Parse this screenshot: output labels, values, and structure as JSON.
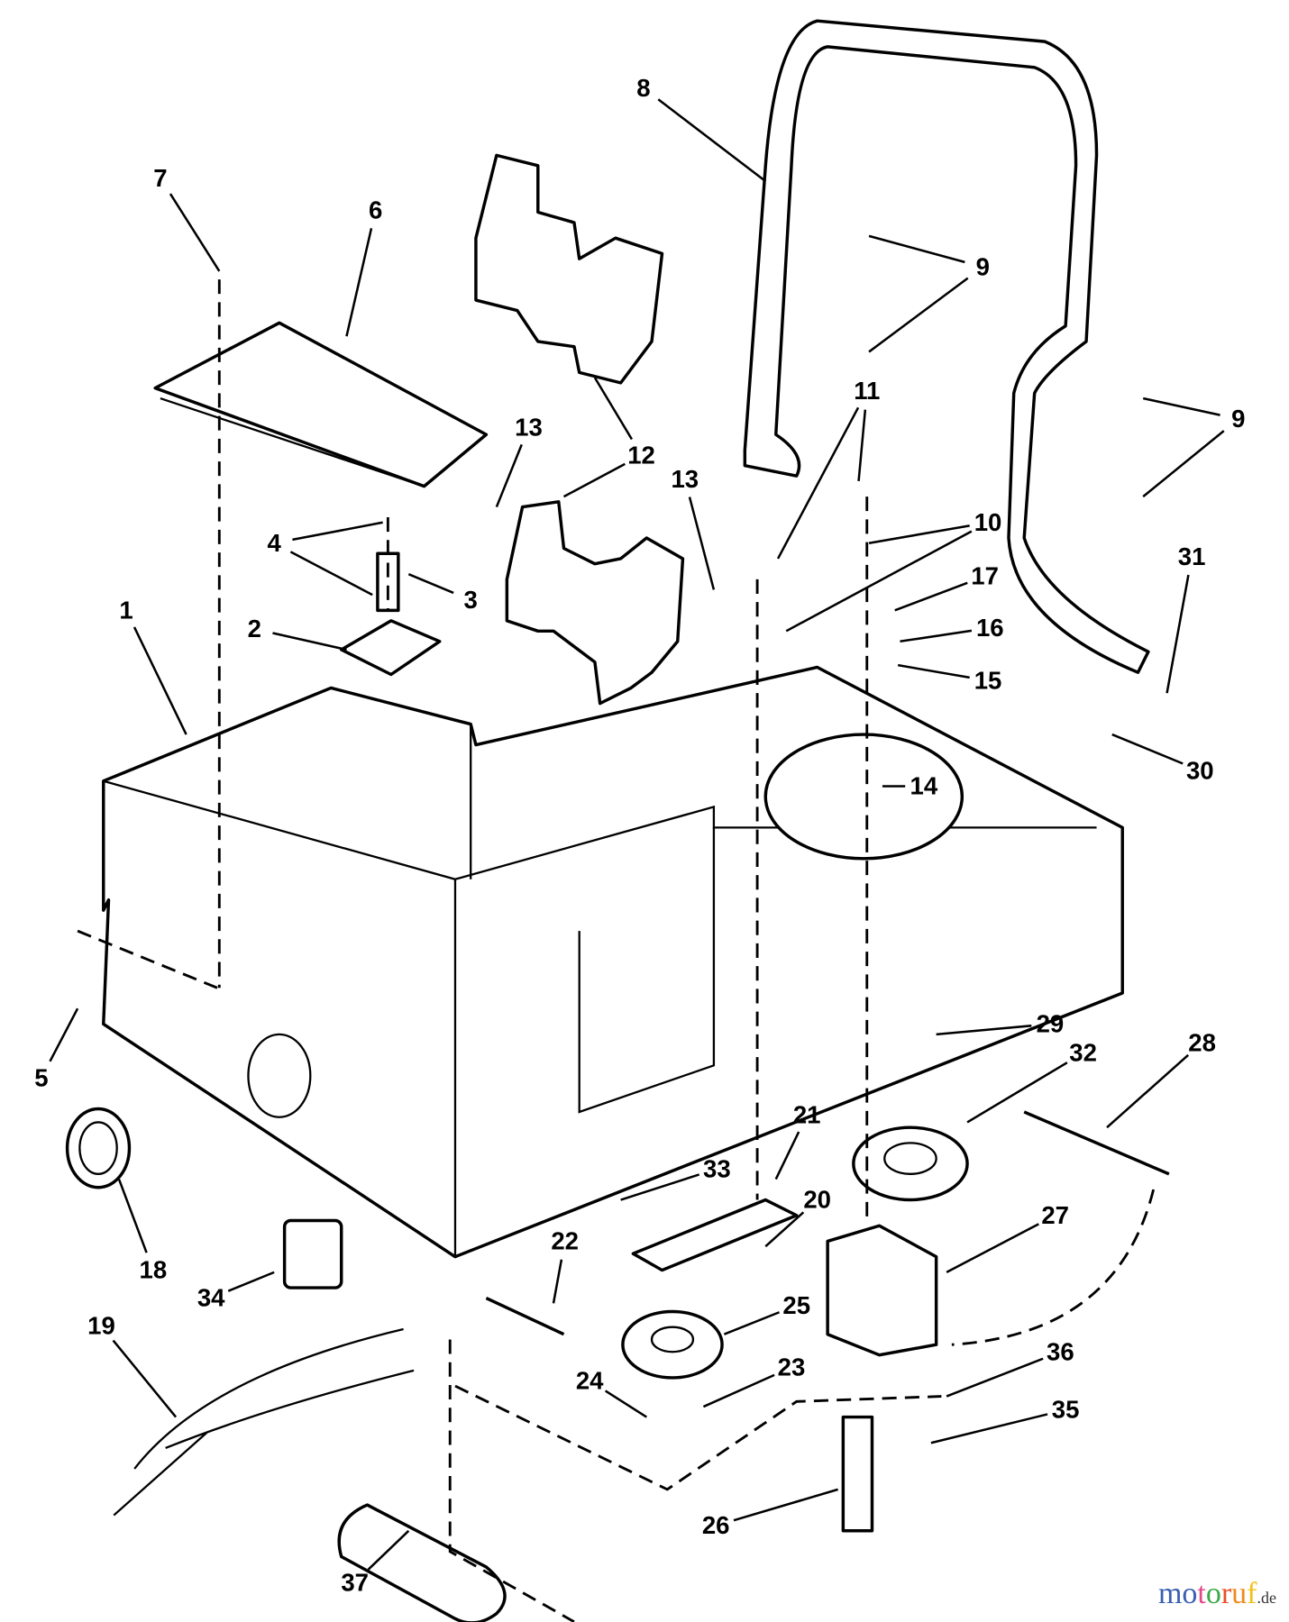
{
  "diagram": {
    "callouts": [
      "8",
      "7",
      "6",
      "9",
      "9",
      "11",
      "13",
      "12",
      "13",
      "10",
      "4",
      "3",
      "17",
      "16",
      "2",
      "15",
      "31",
      "1",
      "14",
      "30",
      "5",
      "29",
      "32",
      "28",
      "21",
      "33",
      "20",
      "27",
      "18",
      "34",
      "22",
      "25",
      "19",
      "36",
      "23",
      "24",
      "35",
      "26",
      "37"
    ]
  },
  "watermark": {
    "letters": [
      "m",
      "o",
      "t",
      "o",
      "r",
      "u",
      "f"
    ],
    "colors": [
      "#3a5fb0",
      "#3a5fb0",
      "#e24a8a",
      "#3aa84a",
      "#e8502a",
      "#f08a1a",
      "#f2c21a"
    ],
    "suffix": ".de"
  }
}
